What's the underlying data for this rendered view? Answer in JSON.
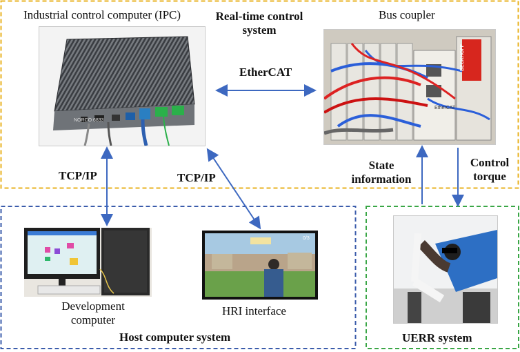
{
  "systems": {
    "realtime_label": "Real-time control system",
    "host_label": "Host computer system",
    "uerr_label": "UERR system"
  },
  "devices": {
    "ipc_label": "Industrial control computer (IPC)",
    "bus_coupler_label": "Bus coupler",
    "dev_computer_label": "Development computer",
    "hri_label": "HRI interface"
  },
  "links": {
    "ethercat": "EtherCAT",
    "tcpip_left": "TCP/IP",
    "tcpip_right": "TCP/IP",
    "state_info": "State information",
    "control_torque": "Control torque"
  },
  "photo_text": {
    "ipc_brand": "NORCO 6833",
    "beckhoff": "BECKHOFF",
    "ethercat_tag": "EtherCAT",
    "hri_counter": "0/3"
  },
  "colors": {
    "realtime_border": "#e8b21f",
    "host_border": "#3b5cab",
    "uerr_border": "#3aa646",
    "arrow": "#3d68c0"
  }
}
